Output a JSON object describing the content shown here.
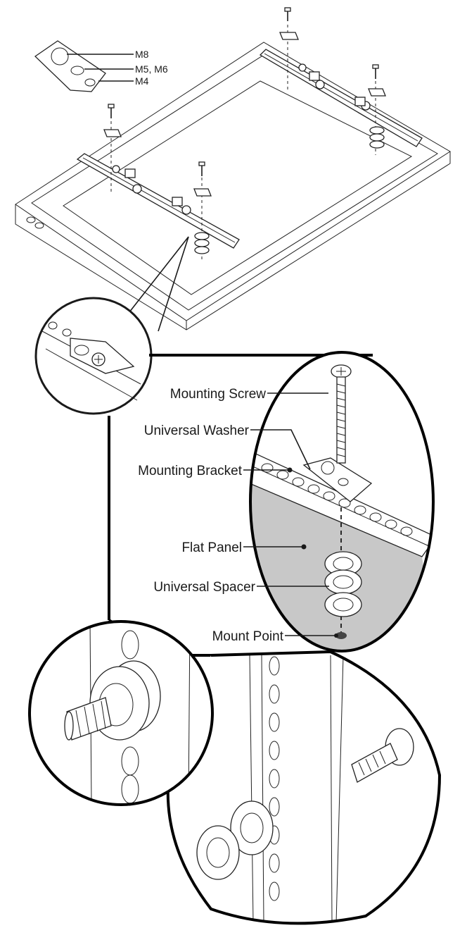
{
  "washer_sizes": [
    "M8",
    "M5, M6",
    "M4"
  ],
  "callouts": {
    "mounting_screw": "Mounting Screw",
    "universal_washer": "Universal Washer",
    "mounting_bracket": "Mounting Bracket",
    "flat_panel": "Flat Panel",
    "universal_spacer": "Universal Spacer",
    "mount_point": "Mount Point"
  },
  "colors": {
    "line": "#1a1a1a",
    "panel_fill": "#c8c8c8",
    "frame": "#000000"
  }
}
